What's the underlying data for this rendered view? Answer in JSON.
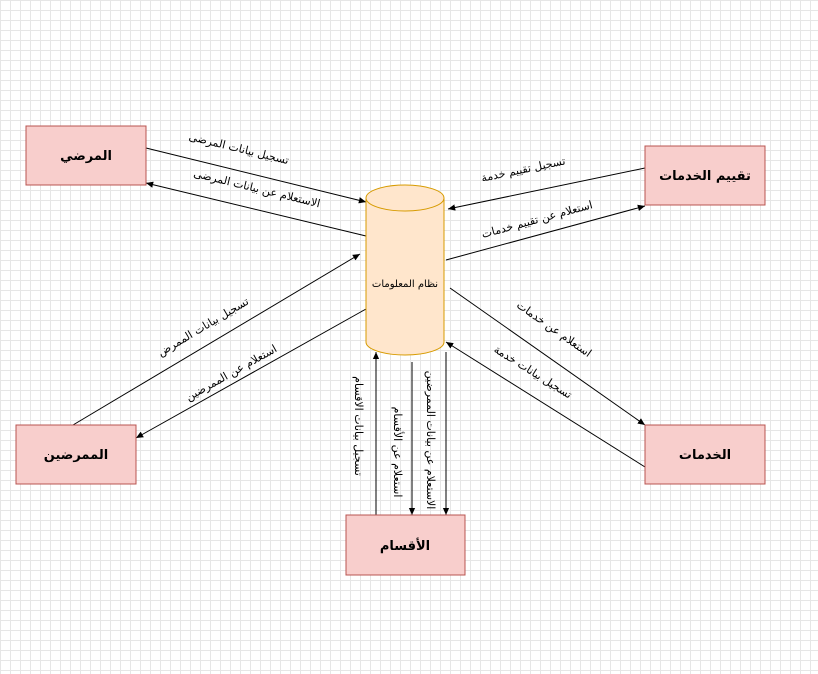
{
  "central_store": {
    "label": "نظام المعلومات"
  },
  "entities": {
    "patients": "المرضي",
    "service_rating": "تقييم الخدمات",
    "nurses": "الممرضين",
    "services": "الخدمات",
    "departments": "الأقسام"
  },
  "flows": {
    "patients_register": "تسجيل بيانات المرضى",
    "patients_query": "الاستعلام عن بيانات المرضى",
    "rating_register": "تسجيل تقييم خدمة",
    "rating_query": "استعلام عن تقييم خدمات",
    "nurses_register": "تسجيل بيانات الممرض",
    "nurses_query": "استعلام عن الممرضين",
    "services_query": "استعلام عن خدمات",
    "services_register": "تسجيل بيانات خدمة",
    "departments_register": "تسجيل بيانات الاقسام",
    "departments_query": "استعلام عن الأقسام",
    "departments_nurses_query": "الاستعلام عن بيانات الممرضين"
  },
  "colors": {
    "entity_fill": "#f8cecc",
    "entity_border": "#b85450",
    "store_fill": "#ffe6cc",
    "store_border": "#d79b00",
    "grid": "#e6e6e6"
  }
}
